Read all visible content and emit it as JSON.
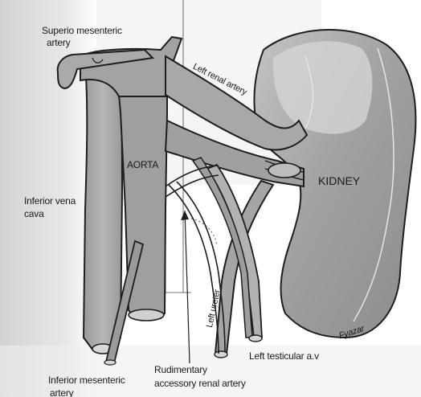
{
  "labels": {
    "superior_mesenteric": "Superio mesenteric",
    "superior_mesenteric_2": "artery",
    "left_renal_artery": "Left renal artery",
    "aorta": "AORTA",
    "kidney": "KIDNEY",
    "inferior_vena_cava": "Inferior vena",
    "inferior_vena_cava_2": "cava",
    "left_ureter": "Left ureter",
    "left_testicular": "Left testicular a.v",
    "inferior_mesenteric": "Inferior mesenteric",
    "inferior_mesenteric_2": "artery",
    "rudimentary": "Rudimentary",
    "rudimentary_2": "accessory renal artery",
    "signature": "Fyazar"
  },
  "colors": {
    "background": "#ffffff",
    "vessel_fill": "#a9a9a9",
    "vessel_dark": "#8f8f8f",
    "outline": "#1e1e1e",
    "kidney_fill": "#9c9c9c",
    "kidney_light": "#c9c9c9",
    "shade_left": "#dcdcdc"
  }
}
